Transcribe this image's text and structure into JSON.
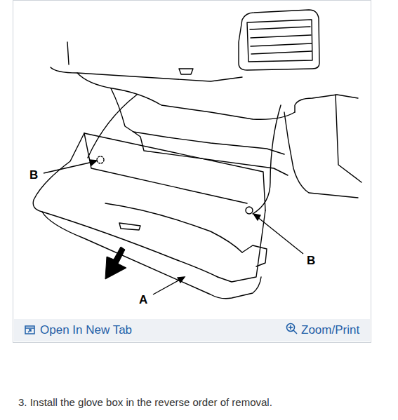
{
  "diagram": {
    "labels": [
      "B",
      "B",
      "A",
      "Open In New Tab",
      "Zoom/Print",
      "3. Install the glove box in the reverse order of removal."
    ]
  }
}
